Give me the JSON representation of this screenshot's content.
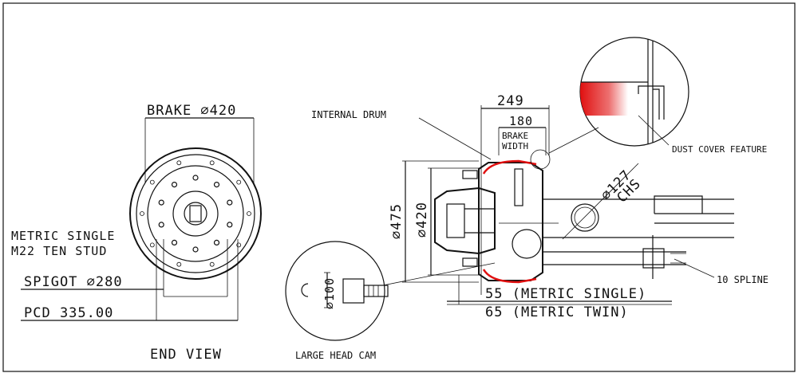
{
  "labels": {
    "brake": "BRAKE ⌀420",
    "metric_single_line1": "METRIC SINGLE",
    "metric_single_line2": "M22 TEN STUD",
    "spigot": "SPIGOT ⌀280",
    "pcd": "PCD 335.00",
    "end_view": "END VIEW",
    "internal_drum": "INTERNAL DRUM",
    "dim_249": "249",
    "dim_180": "180",
    "brake_width_line1": "BRAKE",
    "brake_width_line2": "WIDTH",
    "dust_cover": "DUST COVER FEATURE",
    "dia_475": "⌀475",
    "dia_420": "⌀420",
    "dia_127": "⌀127",
    "chs": "CHS",
    "spline": "10 SPLINE",
    "metric_single_dim": "55 (METRIC SINGLE)",
    "metric_twin_dim": "65 (METRIC TWIN)",
    "dia_100": "⌀100",
    "large_head_cam": "LARGE HEAD CAM"
  },
  "colors": {
    "line": "#111111",
    "highlight": "#e01010"
  }
}
